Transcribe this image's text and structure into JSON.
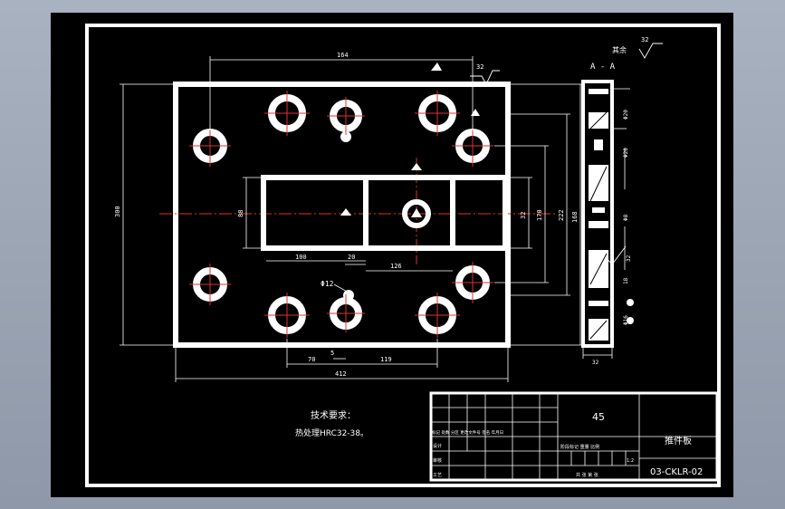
{
  "drawing": {
    "top_right_label": "其余",
    "roughness_general": "32",
    "section_label": "A - A",
    "overall_width": "164",
    "roughness_top": "32",
    "height_left": "300",
    "slot_dim_left": "88",
    "dim_100": "100",
    "dim_20": "20",
    "dim_126": "126",
    "dim_32_mid": "32",
    "dim_170": "170",
    "dim_222": "222",
    "dim_168": "168",
    "hole_label": "Φ12",
    "dim_70": "70",
    "dim_5": "5",
    "dim_119": "119",
    "dim_412": "412",
    "side_dim_20a": "Φ20",
    "side_dim_20b": "Φ20",
    "side_dim_8": "Φ8",
    "side_dim_16": "Φ16",
    "side_dim_32": "32",
    "side_rough": "32",
    "side_dim_18": "18"
  },
  "notes": {
    "title": "技术要求：",
    "line1": "热处理HRC32-38。"
  },
  "title_block": {
    "material": "45",
    "part_name": "推件板",
    "drawing_no": "03-CKLR-02",
    "col_labels": "标记 处数 分区 更改文件号 签名 年月日",
    "row_design": "设计",
    "row_check": "审核",
    "row_process": "工艺",
    "stage_labels": "阶段标记 重量 比例",
    "scale": "1:2",
    "sheet_info": "共 张 第 张"
  }
}
